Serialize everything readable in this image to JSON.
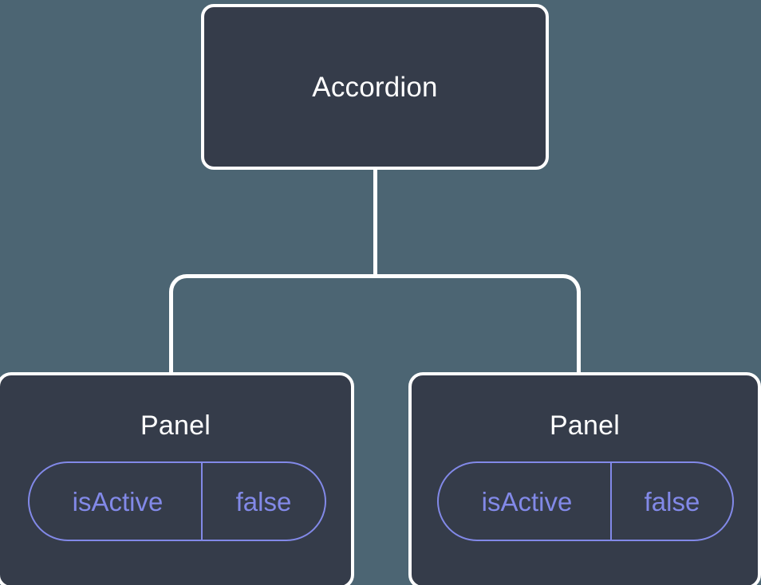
{
  "diagram": {
    "type": "component-tree",
    "background_color": "#4c6573",
    "node_fill_color": "#353c4a",
    "node_border_color": "#ffffff",
    "prop_accent_color": "#8289e8",
    "root": {
      "label": "Accordion"
    },
    "children": [
      {
        "label": "Panel",
        "props": [
          {
            "key": "isActive",
            "value": "false"
          }
        ]
      },
      {
        "label": "Panel",
        "props": [
          {
            "key": "isActive",
            "value": "false"
          }
        ]
      }
    ]
  }
}
